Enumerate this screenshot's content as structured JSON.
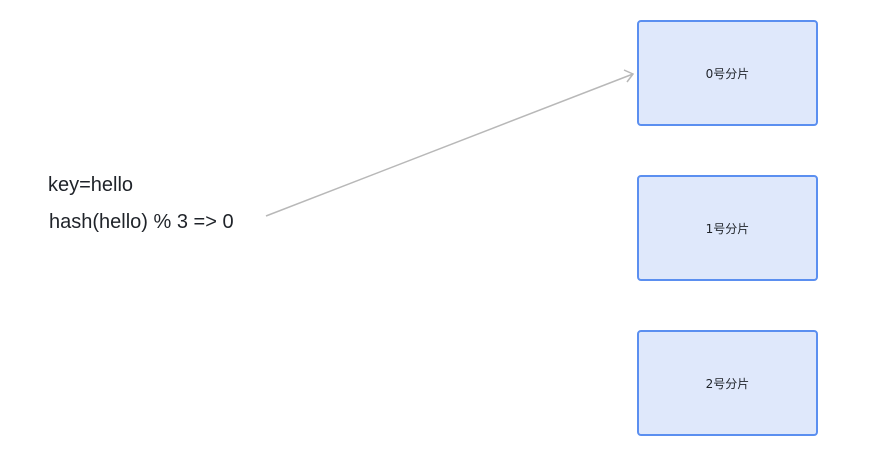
{
  "input": {
    "key_line": "key=hello",
    "hash_line": "hash(hello) % 3 => 0"
  },
  "shards": [
    {
      "label": "0号分片"
    },
    {
      "label": "1号分片"
    },
    {
      "label": "2号分片"
    }
  ],
  "colors": {
    "shard_fill": "#dfe8fb",
    "shard_border": "#5b8ff0",
    "arrow": "#b8b8b8",
    "text": "#1f2329"
  }
}
